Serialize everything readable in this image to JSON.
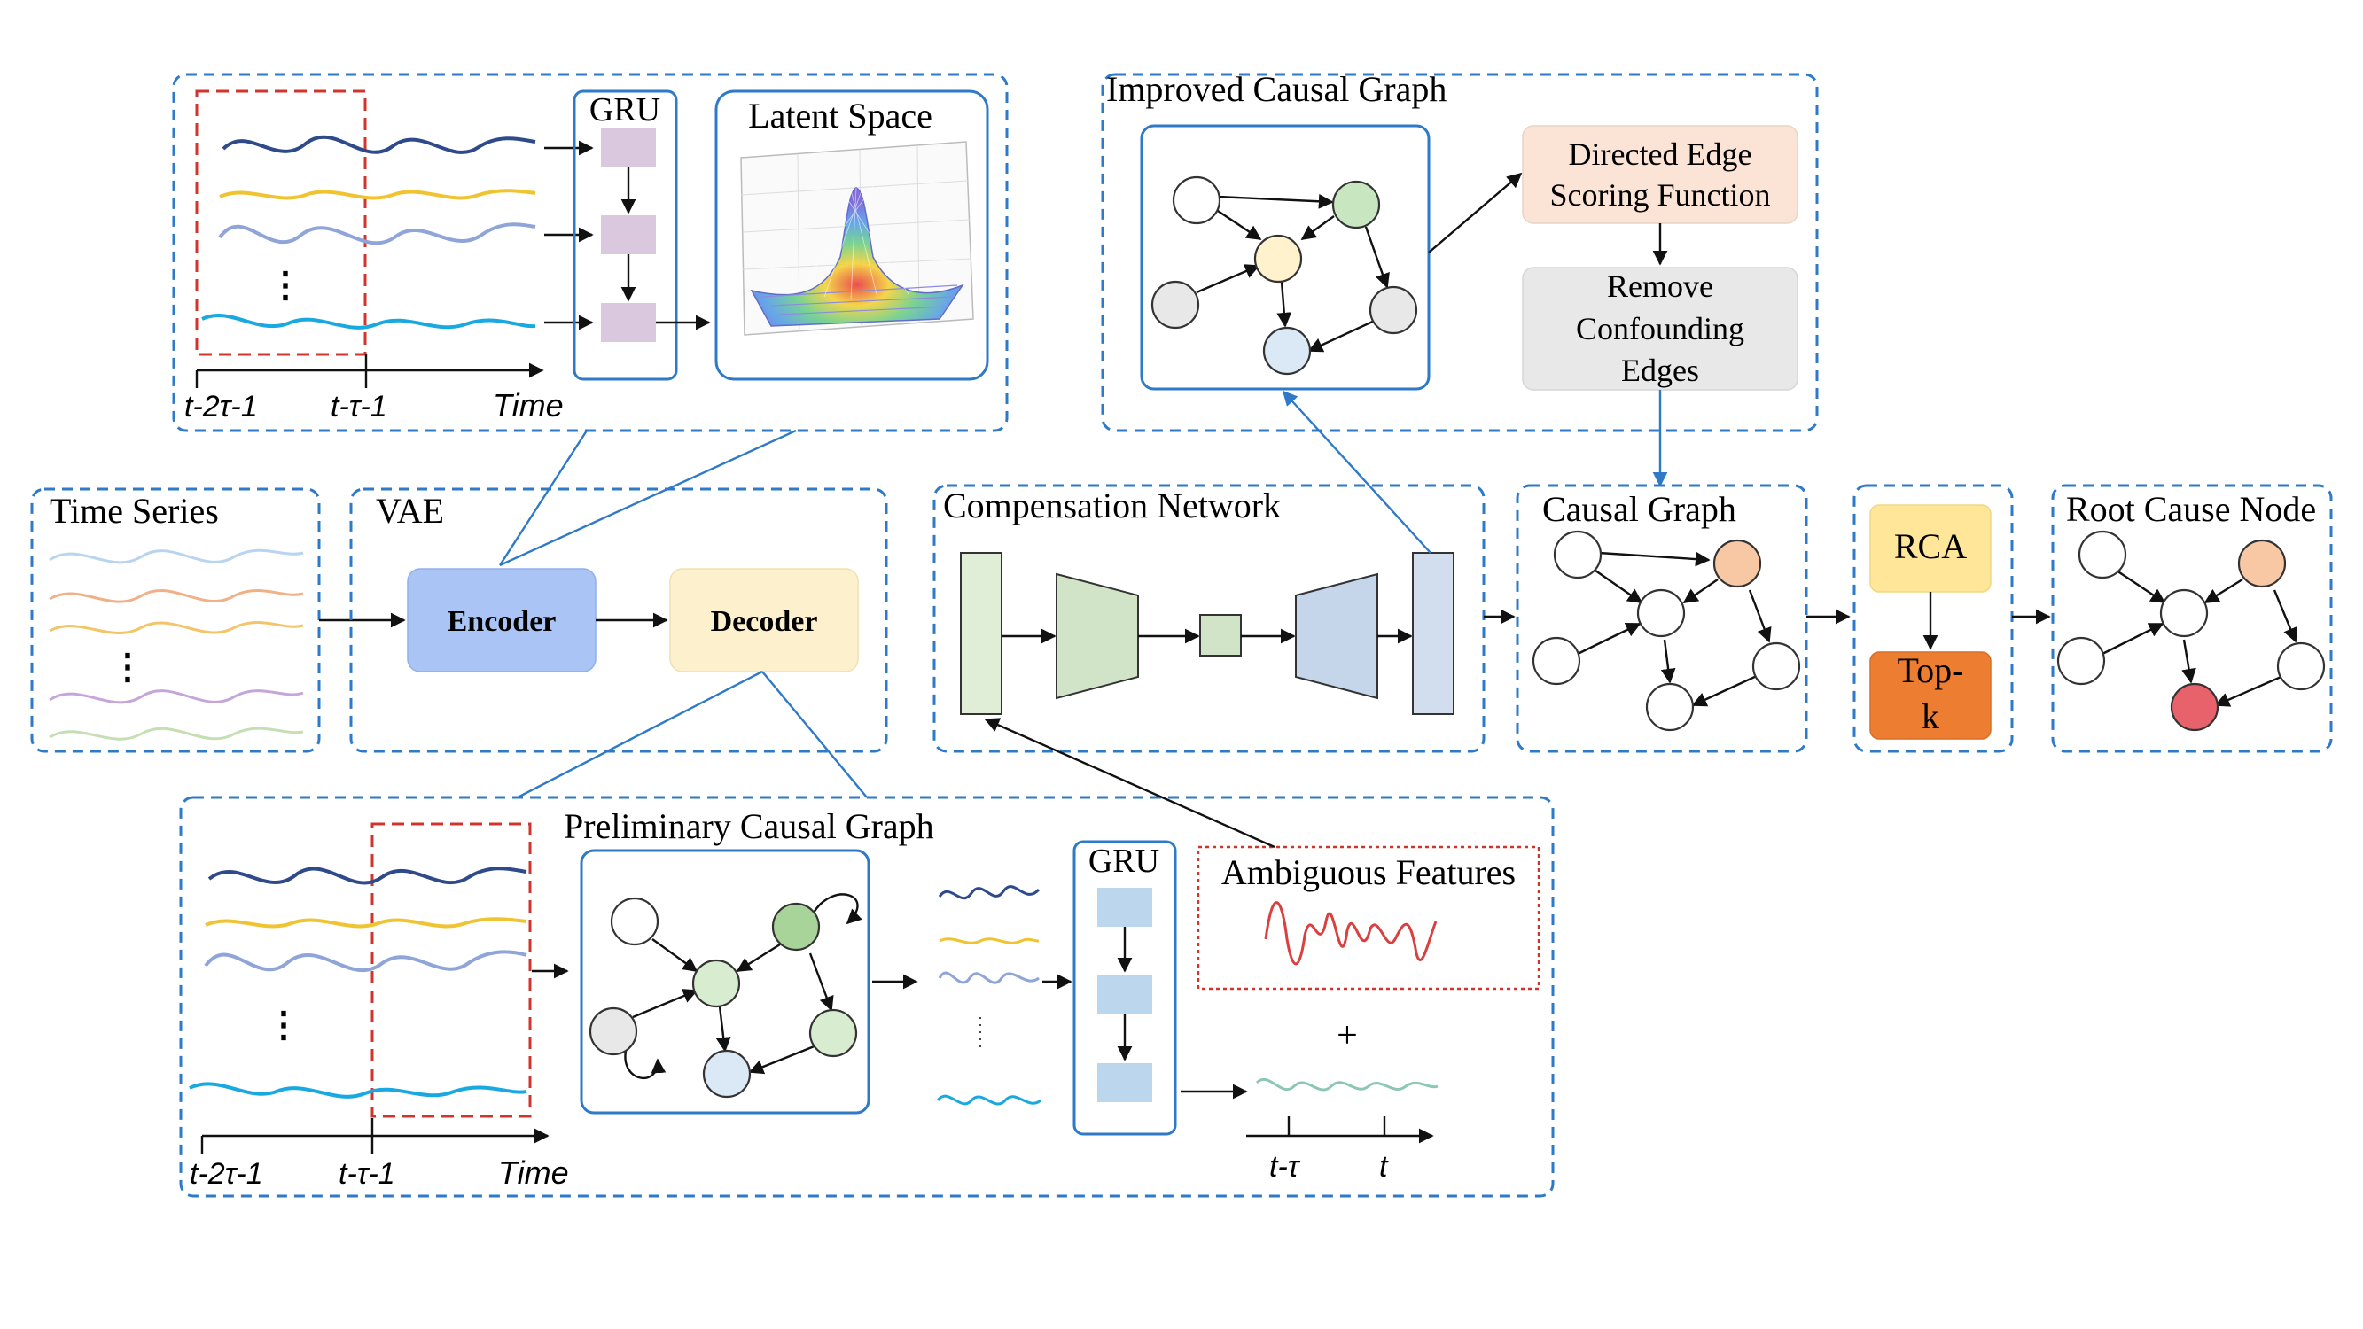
{
  "top_vae_detail": {
    "gru_label": "GRU",
    "latent_space_label": "Latent Space",
    "axis_tick_1": "t-2τ-1",
    "axis_tick_2": "t-τ-1",
    "axis_time_label": "Time"
  },
  "improved_graph": {
    "title": "Improved Causal Graph",
    "scoring_box": "Directed Edge Scoring Function",
    "scoring_line1": "Directed Edge",
    "scoring_line2": "Scoring Function",
    "remove_line1": "Remove",
    "remove_line2": "Confounding",
    "remove_line3": "Edges"
  },
  "time_series": {
    "title": "Time Series"
  },
  "vae": {
    "title": "VAE",
    "encoder_label": "Encoder",
    "decoder_label": "Decoder"
  },
  "compensation": {
    "title": "Compensation Network"
  },
  "causal_graph": {
    "title": "Causal Graph"
  },
  "rca": {
    "rca_label": "RCA",
    "topk_line1": "Top-",
    "topk_line2": "k"
  },
  "root_cause": {
    "title": "Root Cause Node"
  },
  "preliminary": {
    "title": "Preliminary Causal Graph",
    "gru_label": "GRU",
    "ambiguous_label": "Ambiguous Features",
    "plus_sign": "+",
    "axis_tick_1": "t-2τ-1",
    "axis_tick_2": "t-τ-1",
    "axis_time_label": "Time",
    "small_tick_1": "t-τ",
    "small_tick_2": "t"
  },
  "colors": {
    "accent_blue": "#2f7ac8",
    "encoder_fill": "#a9c4f5",
    "decoder_fill": "#fdf1cd",
    "node_green": "#c8e6c0",
    "node_yellow": "#fff2cc",
    "node_blue": "#dbe8f6",
    "node_gray": "#e8e8e8",
    "node_orange": "#f8c8a4",
    "node_red": "#e8626c",
    "topk_fill": "#ed7d31",
    "rca_fill": "#ffe699"
  }
}
